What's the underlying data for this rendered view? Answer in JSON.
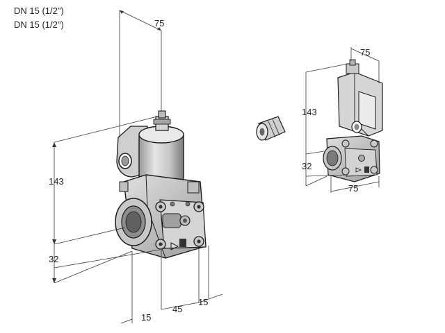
{
  "header": {
    "line1": "DN 15 (1/2\")",
    "line2": "DN 15 (1/2\")"
  },
  "large_view": {
    "dim_top": "75",
    "dim_height": "143",
    "dim_base": "32",
    "dim_bottom_left": "15",
    "dim_bottom_mid": "45",
    "dim_bottom_right": "15"
  },
  "small_view": {
    "dim_top": "75",
    "dim_height": "143",
    "dim_base": "32",
    "dim_bottom": "75"
  },
  "colors": {
    "metal_light": "#d9d9d9",
    "metal_mid": "#b3b3b3",
    "metal_dark": "#6e6e6e",
    "outline": "#1a1a1a"
  }
}
